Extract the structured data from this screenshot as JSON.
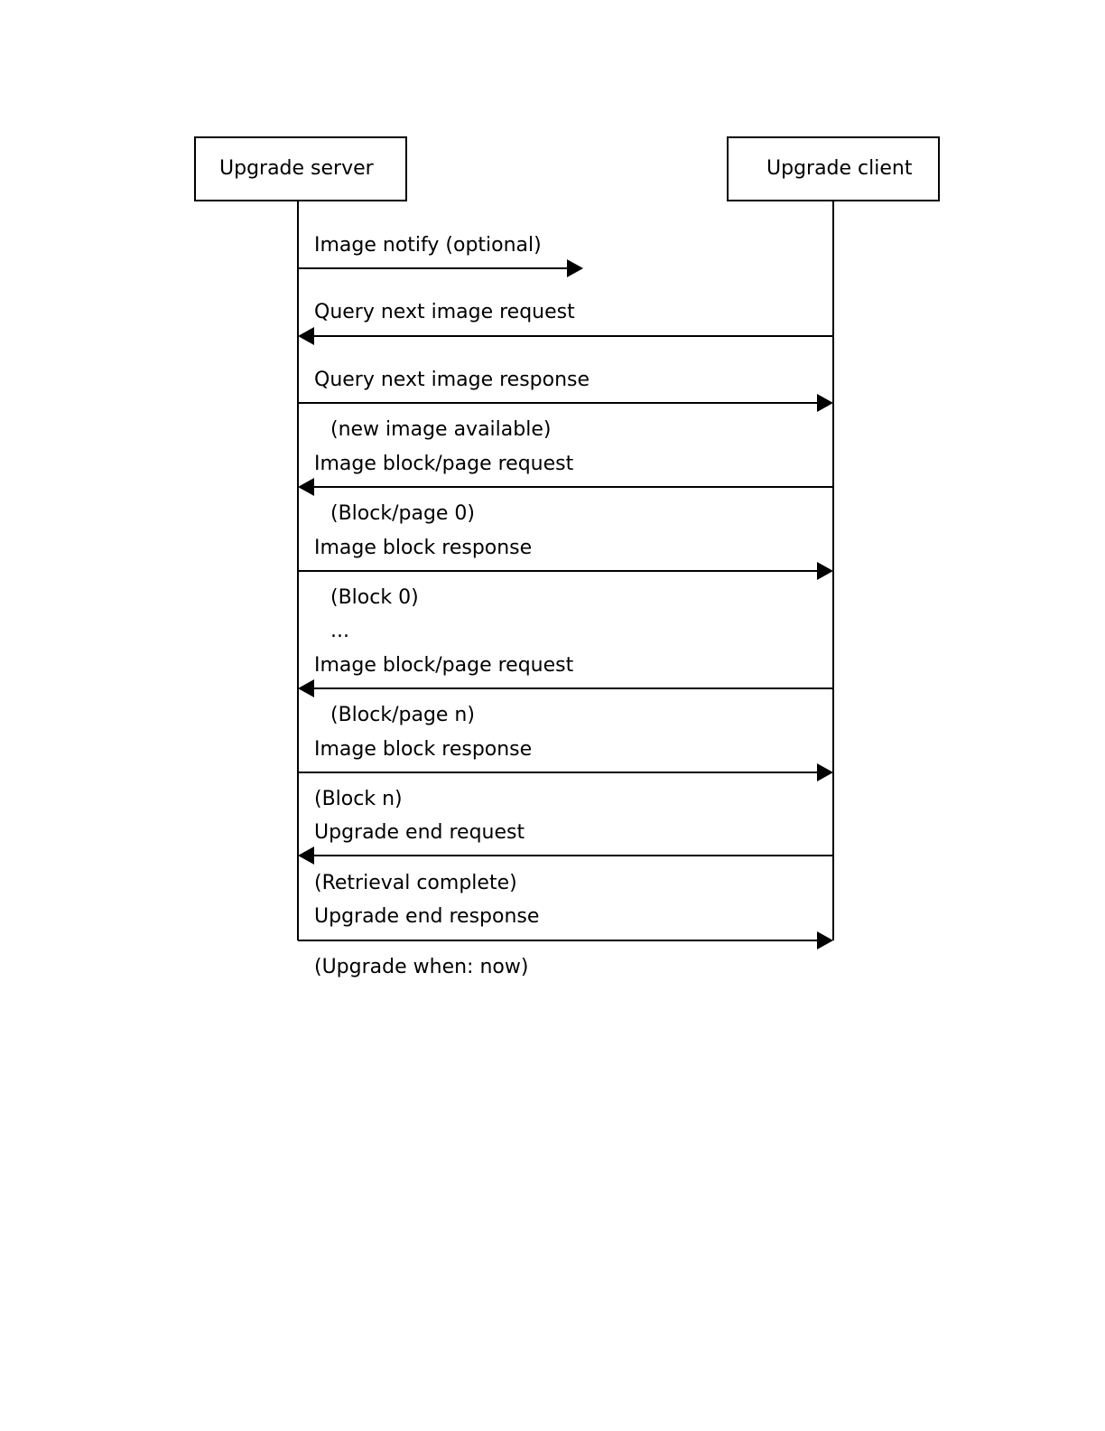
{
  "participants": {
    "server": "Upgrade server",
    "client": "Upgrade client"
  },
  "messages": [
    {
      "label": "Image notify (optional)",
      "direction": "right",
      "full": false
    },
    {
      "label": "Query next image request",
      "direction": "left",
      "full": true
    },
    {
      "label": "Query next image response",
      "direction": "right",
      "full": true
    },
    {
      "label": "Image block/page request",
      "direction": "left",
      "full": true
    },
    {
      "label": "Image block response",
      "direction": "right",
      "full": true
    },
    {
      "label": "Image block/page request",
      "direction": "left",
      "full": true
    },
    {
      "label": "Image block response",
      "direction": "right",
      "full": true
    },
    {
      "label": "Upgrade end request",
      "direction": "left",
      "full": true
    },
    {
      "label": "Upgrade end response",
      "direction": "right",
      "full": true
    }
  ],
  "notes": [
    "(new image available)",
    "(Block/page 0)",
    "(Block 0)",
    "...",
    "(Block/page n)",
    "(Block n)",
    "(Retrieval complete)",
    "(Upgrade when: now)"
  ]
}
